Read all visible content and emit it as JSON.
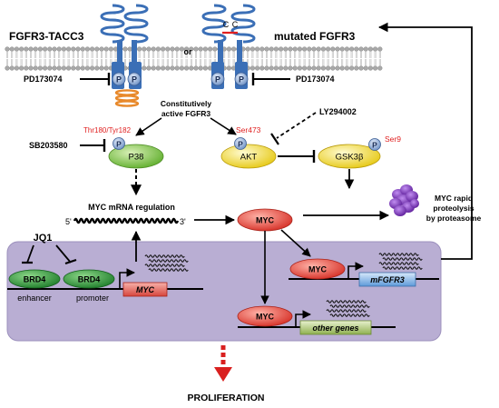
{
  "membrane": {
    "left_receptor": "FGFR3-TACC3",
    "or": "or",
    "right_receptor": "mutated FGFR3",
    "cc_left": "C",
    "cc_right": "C",
    "phospho": "P"
  },
  "inhibitors": {
    "pd_left": "PD173074",
    "pd_right": "PD173074",
    "sb": "SB203580",
    "ly": "LY294002",
    "jq1": "JQ1"
  },
  "signaling": {
    "constitutive_line1": "Constitutively",
    "constitutive_line2": "active FGFR3",
    "p38_site": "Thr180/Tyr182",
    "akt_site": "Ser473",
    "gsk_site": "Ser9",
    "p38": "P38",
    "akt": "AKT",
    "gsk": "GSK3β",
    "myc_mrna": "MYC mRNA regulation",
    "five_prime": "5'",
    "three_prime": "3'",
    "myc": "MYC",
    "proteolysis_line1": "MYC rapid",
    "proteolysis_line2": "proteolysis",
    "proteolysis_line3": "by proteasome"
  },
  "nucleus": {
    "brd4_1": "BRD4",
    "brd4_2": "BRD4",
    "enhancer": "enhancer",
    "promoter": "promoter",
    "myc_gene": "MYC",
    "myc_protein_1": "MYC",
    "myc_protein_2": "MYC",
    "mfgfr3_gene": "mFGFR3",
    "other_genes": "other genes"
  },
  "outcome": "PROLIFERATION",
  "colors": {
    "nucleus_fill": "#b9aed3",
    "receptor_blue": "#3b6fb6",
    "p38_green": "#7cc242",
    "akt_yellow": "#f3e13a",
    "myc_red": "#e0443b",
    "brd4_green": "#2e9a3a",
    "mfgfr3_blue": "#7fb3e6",
    "other_genes_green": "#a6c46a",
    "site_red": "#e02020",
    "proliferation_arrow": "#d9201f"
  }
}
